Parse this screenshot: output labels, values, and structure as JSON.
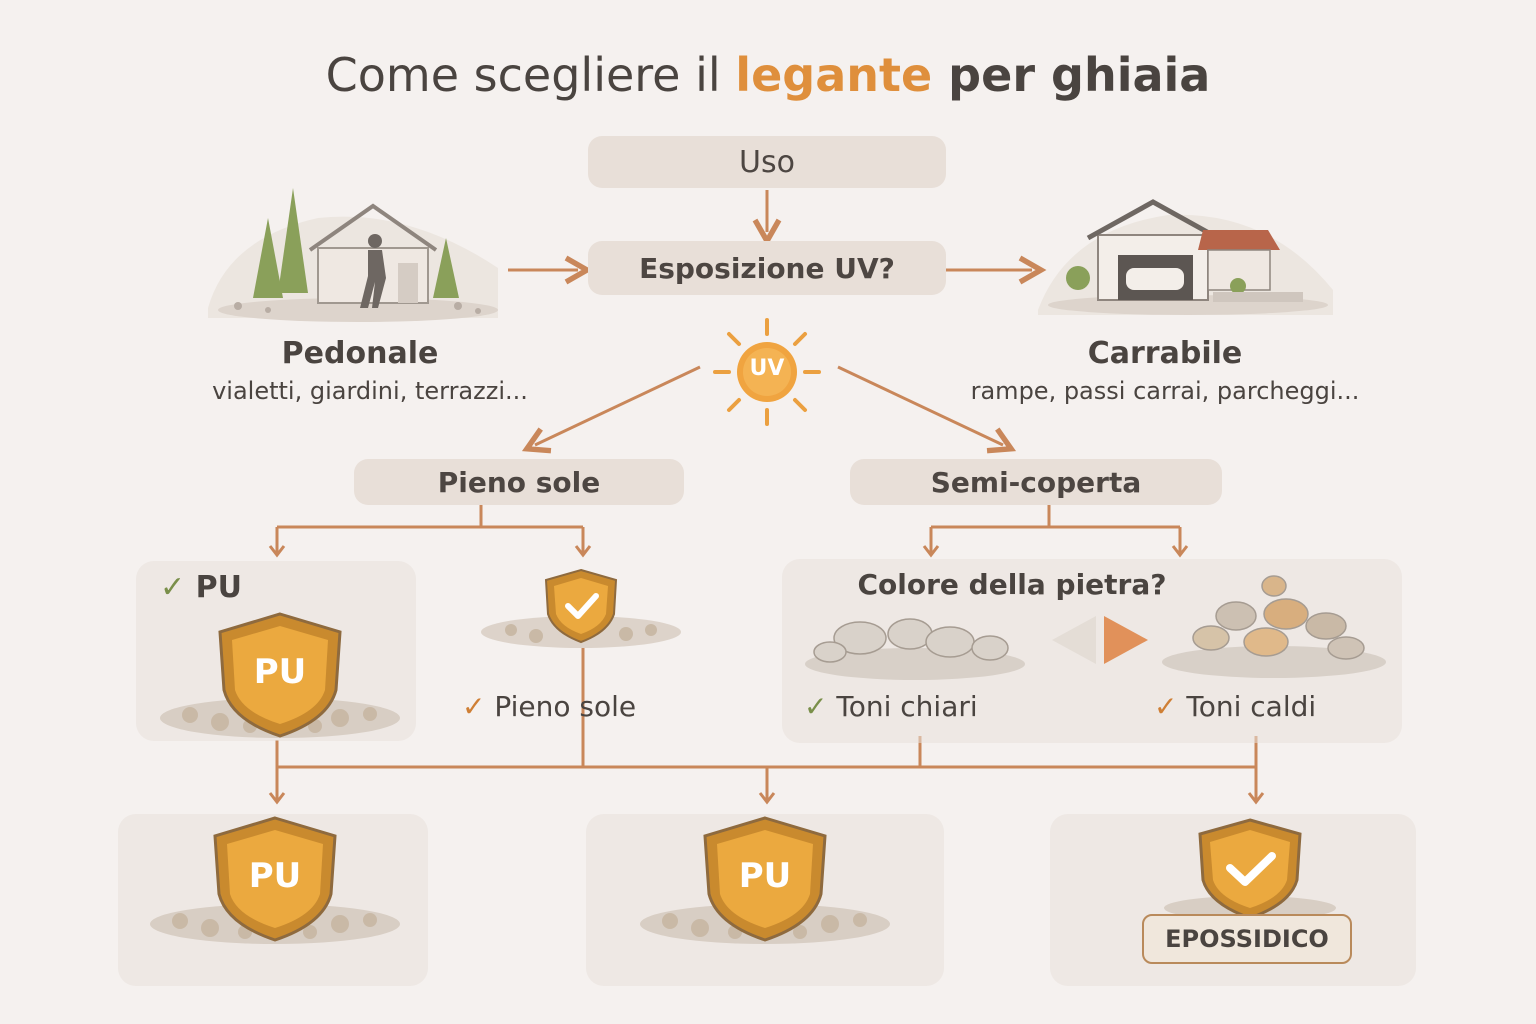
{
  "title": {
    "part1": "Come scegliere il ",
    "highlight": "legante",
    "part2": " per ghiaia"
  },
  "nodes": {
    "uso": "Uso",
    "esposizione": "Esposizione UV?",
    "pieno_sole": "Pieno sole",
    "semi_coperta": "Semi-coperta",
    "colore_pietra": "Colore della pietra?"
  },
  "pedonale": {
    "title": "Pedonale",
    "subtitle": "vialetti, giardini, terrazzi..."
  },
  "carrabile": {
    "title": "Carrabile",
    "subtitle": "rampe, passi carrai, parcheggi..."
  },
  "sun_label": "UV",
  "options": {
    "pu_label": "PU",
    "pieno_sole_label": "Pieno sole",
    "toni_chiari": "Toni chiari",
    "toni_caldi": "Toni caldi",
    "check_mark": "✓"
  },
  "shields": {
    "pu1": "PU",
    "pu2": "PU",
    "pu3": "PU"
  },
  "results": {
    "epossidico": "EPOSSIDICO"
  },
  "colors": {
    "accent": "#df8f3c",
    "line": "#c9875a",
    "pill": "#e8dfd8",
    "shield": "#e0a043",
    "check_green": "#7a8f4a"
  }
}
